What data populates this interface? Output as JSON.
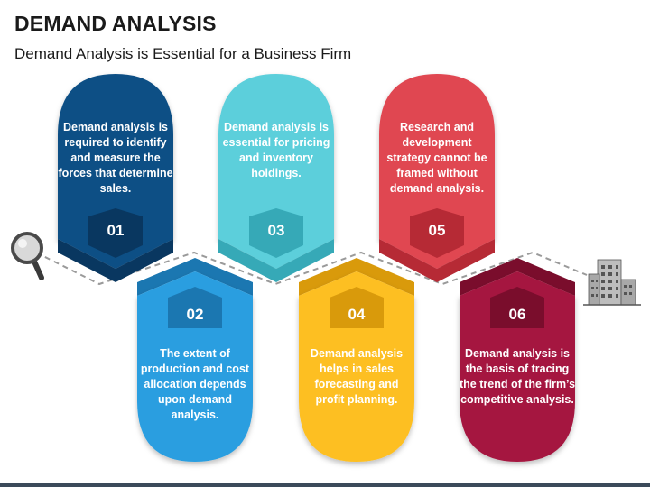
{
  "title": "DEMAND ANALYSIS",
  "subtitle": "Demand Analysis is Essential for a Business Firm",
  "steps": [
    {
      "number": "01",
      "text": "Demand analysis is required to identify and measure the forces that determine sales.",
      "color": "#0e4f85",
      "dark": "#093760"
    },
    {
      "number": "02",
      "text": "The extent of production and cost allocation depends upon demand analysis.",
      "color": "#2a9ee0",
      "dark": "#1b77b1"
    },
    {
      "number": "03",
      "text": "Demand analysis is essential for pricing and inventory holdings.",
      "color": "#5ccfdb",
      "dark": "#36a9b7"
    },
    {
      "number": "04",
      "text": "Demand analysis helps in sales forecasting and profit planning.",
      "color": "#fdbf24",
      "dark": "#d99a0b"
    },
    {
      "number": "05",
      "text": "Research and development strategy cannot be framed without demand analysis.",
      "color": "#e04651",
      "dark": "#b62a35"
    },
    {
      "number": "06",
      "text": "Demand analysis is the basis of tracing the trend of the firm’s competitive analysis.",
      "color": "#a5163f",
      "dark": "#7a0d2c"
    }
  ],
  "icons": [
    "magnifier-icon",
    "building-icon"
  ]
}
